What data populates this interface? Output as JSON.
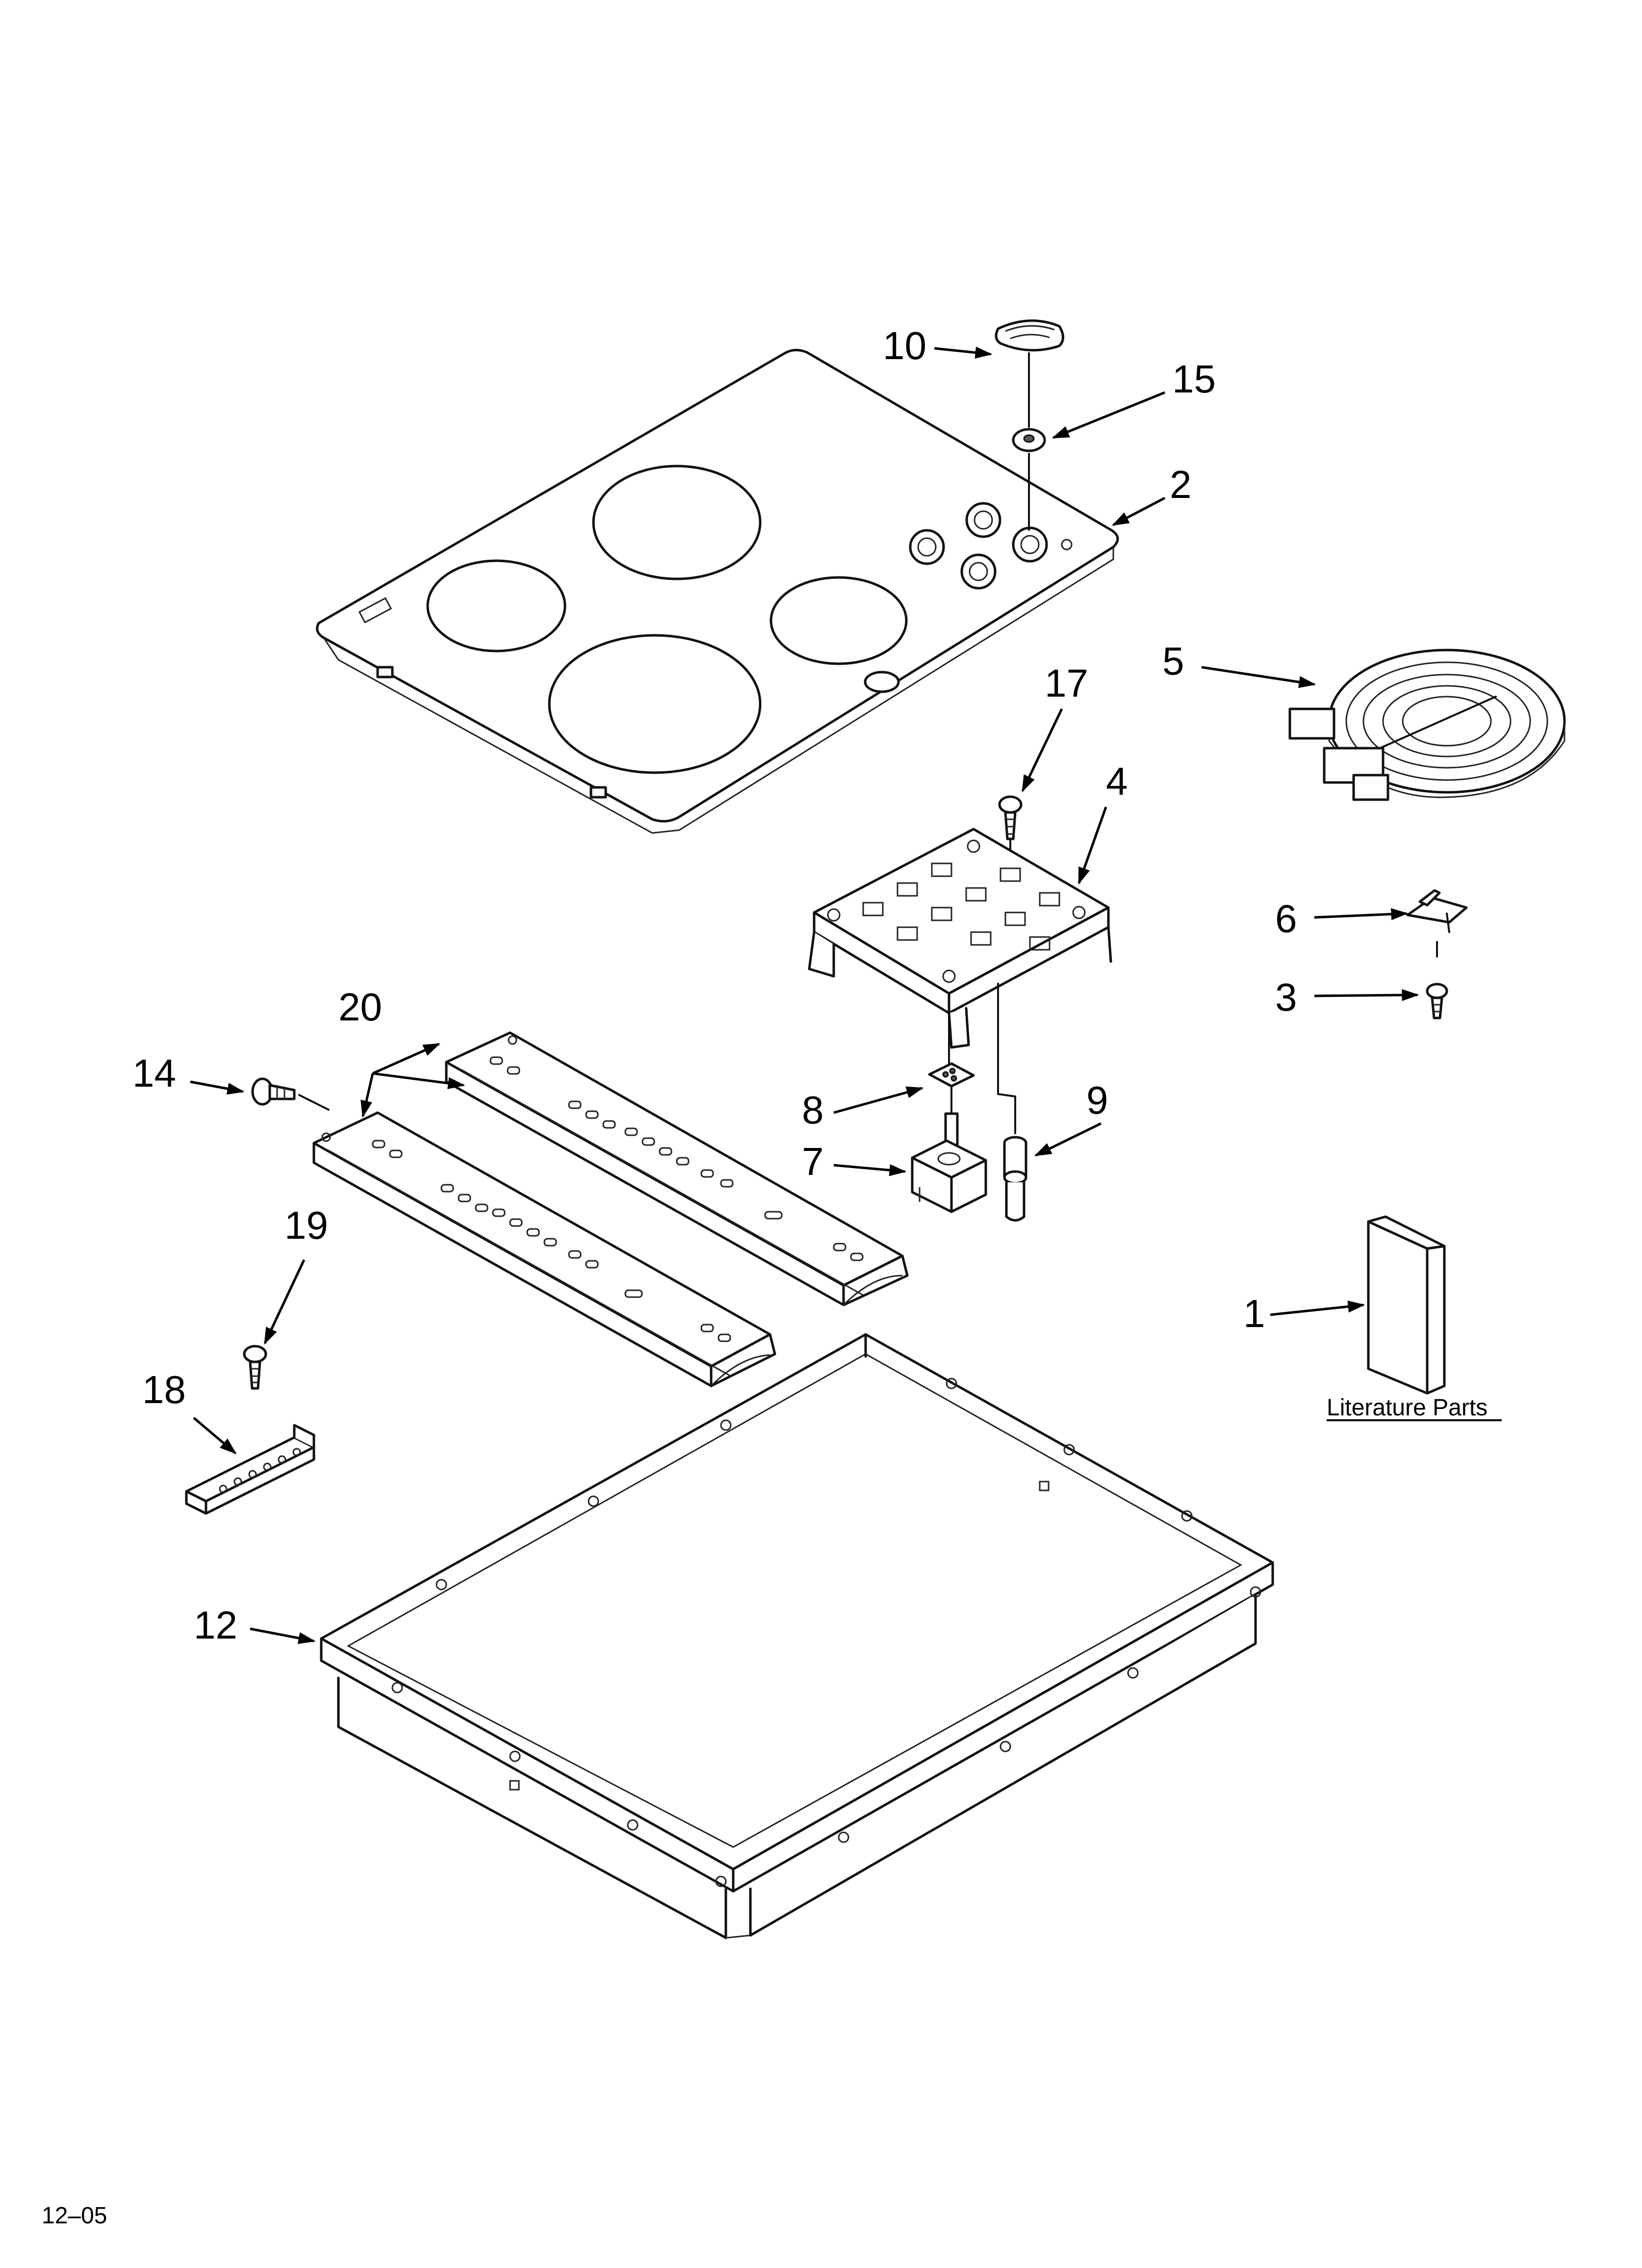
{
  "diagram": {
    "callouts": {
      "c1": "1",
      "c2": "2",
      "c3": "3",
      "c4": "4",
      "c5": "5",
      "c6": "6",
      "c7": "7",
      "c8": "8",
      "c9": "9",
      "c10": "10",
      "c12": "12",
      "c14": "14",
      "c15": "15",
      "c17": "17",
      "c18": "18",
      "c19": "19",
      "c20": "20"
    },
    "literature_label": "Literature Parts",
    "footer_code": "12–05"
  }
}
